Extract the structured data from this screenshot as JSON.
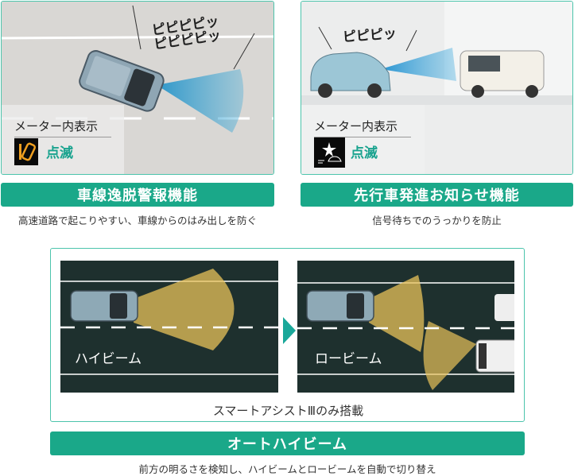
{
  "lane_departure": {
    "sfx_lines": [
      "ピピピピッ",
      "ピピピピッ"
    ],
    "meter_label": "メーター内表示",
    "status": "点滅",
    "icon": "lane-departure-warning-icon",
    "title": "車線逸脱警報機能",
    "caption": "高速道路で起こりやすい、車線からのはみ出しを防ぐ"
  },
  "lead_car_start": {
    "sfx": "ピピピッ",
    "meter_label": "メーター内表示",
    "status": "点滅",
    "icon": "lead-car-departure-icon",
    "title": "先行車発進お知らせ機能",
    "caption": "信号待ちでのうっかりを防止"
  },
  "auto_high_beam": {
    "high_label": "ハイビーム",
    "low_label": "ロービーム",
    "note": "スマートアシストⅢのみ搭載",
    "title": "オートハイビーム",
    "caption": "前方の明るさを検知し、ハイビームとロービームを自動で切り替え"
  },
  "colors": {
    "accent": "#1aa889",
    "status_text": "#1aa38f",
    "border": "#4cc4ac"
  }
}
